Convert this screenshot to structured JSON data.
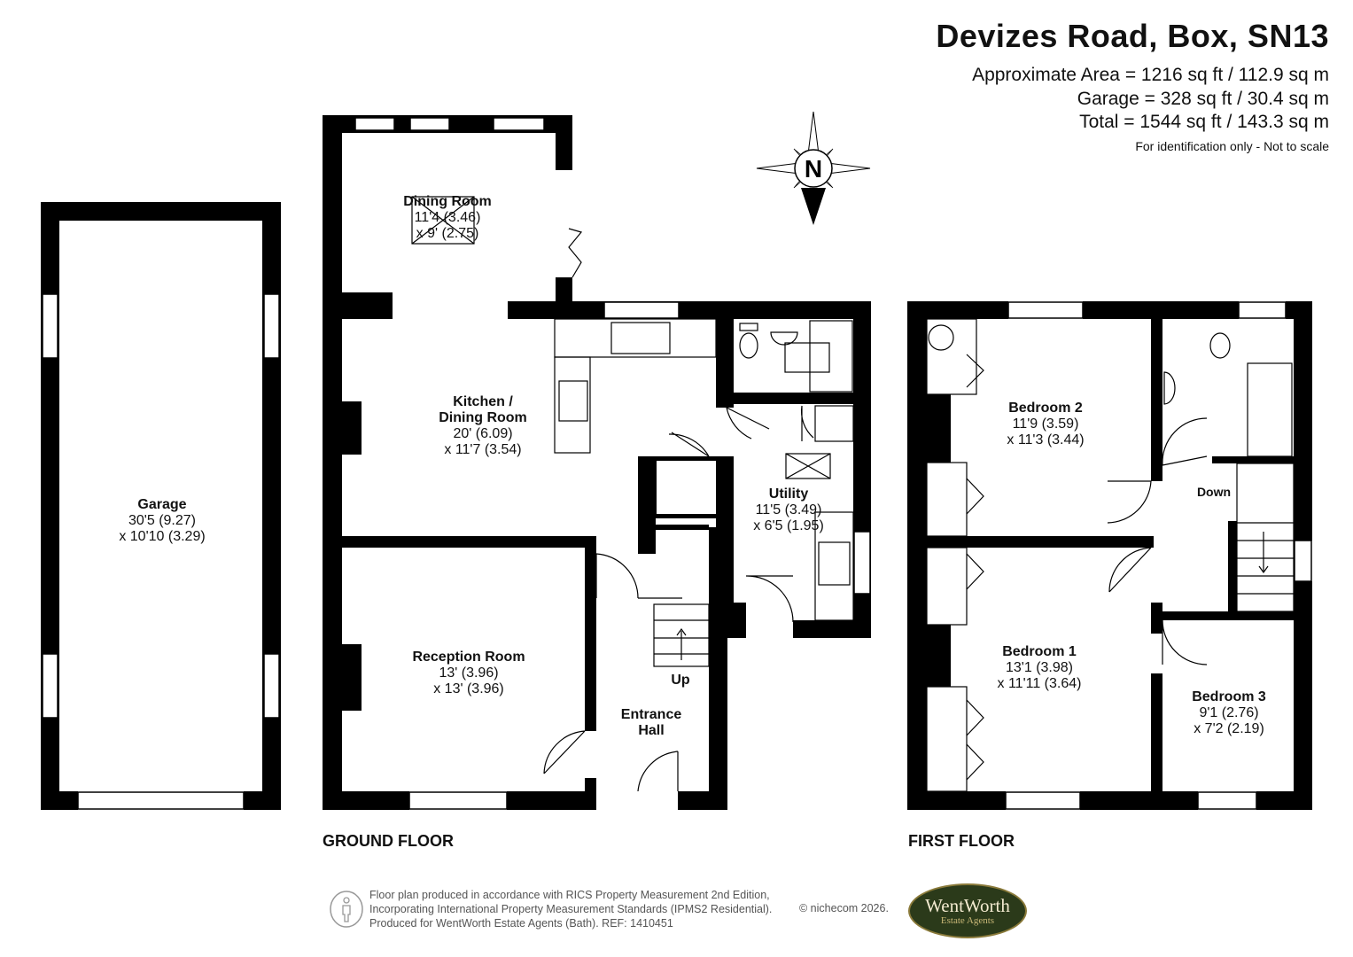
{
  "header": {
    "title": "Devizes Road, Box, SN13",
    "area_main": "Approximate Area = 1216 sq ft / 112.9 sq m",
    "area_garage": "Garage = 328 sq ft / 30.4 sq m",
    "area_total": "Total = 1544 sq ft / 143.3 sq m",
    "note": "For identification only - Not to scale"
  },
  "compass": {
    "letter": "N",
    "icon": "compass-rose-icon"
  },
  "floors": {
    "ground": "GROUND FLOOR",
    "first": "FIRST FLOOR"
  },
  "rooms": {
    "garage": {
      "name": "Garage",
      "dim1": "30'5 (9.27)",
      "dim2": "x 10'10 (3.29)"
    },
    "dining": {
      "name": "Dining Room",
      "dim1": "11'4 (3.46)",
      "dim2": "x 9' (2.75)"
    },
    "kitchen": {
      "name1": "Kitchen /",
      "name2": "Dining Room",
      "dim1": "20' (6.09)",
      "dim2": "x 11'7 (3.54)"
    },
    "utility": {
      "name": "Utility",
      "dim1": "11'5 (3.49)",
      "dim2": "x 6'5 (1.95)"
    },
    "reception": {
      "name": "Reception Room",
      "dim1": "13' (3.96)",
      "dim2": "x 13' (3.96)"
    },
    "hall": {
      "name1": "Entrance",
      "name2": "Hall"
    },
    "bed2": {
      "name": "Bedroom 2",
      "dim1": "11'9 (3.59)",
      "dim2": "x 11'3 (3.44)"
    },
    "bed1": {
      "name": "Bedroom 1",
      "dim1": "13'1 (3.98)",
      "dim2": "x 11'11 (3.64)"
    },
    "bed3": {
      "name": "Bedroom 3",
      "dim1": "9'1 (2.76)",
      "dim2": "x 7'2 (2.19)"
    }
  },
  "stairs": {
    "up": "Up",
    "down": "Down"
  },
  "footer": {
    "line1": "Floor plan produced in accordance with RICS Property Measurement 2nd Edition,",
    "line2": "Incorporating International Property Measurement Standards (IPMS2 Residential).",
    "line3": "Produced for WentWorth Estate Agents (Bath).   REF: 1410451",
    "copyright": "© nichecom 2026.",
    "icon": "person-icon"
  },
  "logo": {
    "line1": "WentWorth",
    "line2": "Estate Agents"
  },
  "colors": {
    "wall": "#000000",
    "logo_bg": "#2b3a1a",
    "logo_text": "#f3ead0"
  }
}
